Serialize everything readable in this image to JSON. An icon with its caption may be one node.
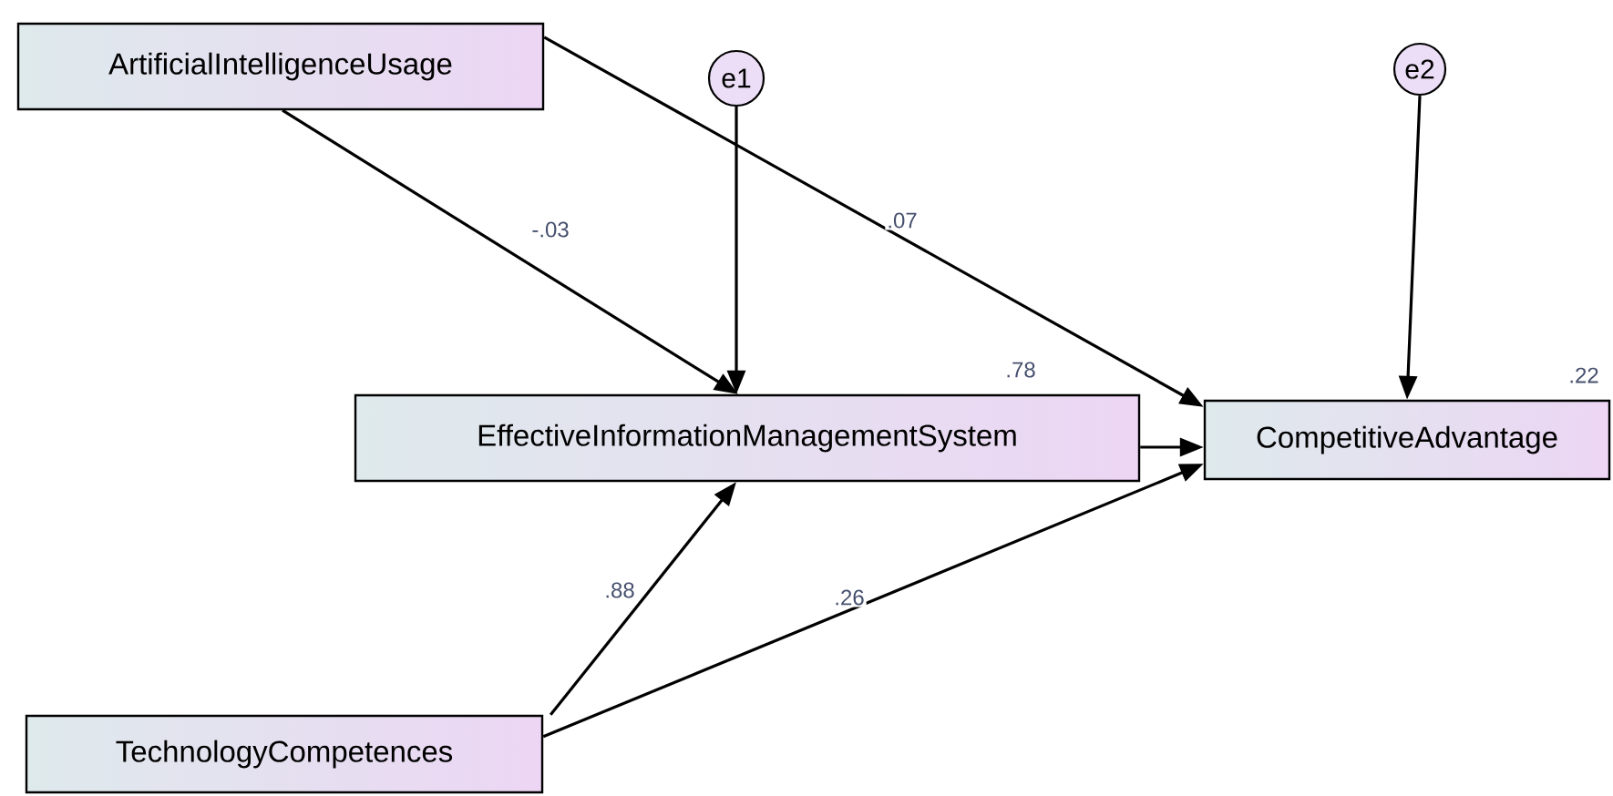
{
  "diagram": {
    "nodes": [
      {
        "text": [
          "ArtificialIntelligenceUsage"
        ]
      },
      {
        "text": [
          "e1"
        ]
      },
      {
        "text": [
          "EffectiveInformationManagementSystem"
        ],
        "beside": [
          ".78"
        ]
      },
      {
        "text": [
          "e2"
        ]
      },
      {
        "text": [
          "CompetitiveAdvantage"
        ],
        "beside": [
          ".22"
        ]
      },
      {
        "text": [
          "TechnologyCompetences"
        ]
      }
    ],
    "edges": [
      {
        "from": 0,
        "to": 2,
        "arrow": "to",
        "label": "-.03"
      },
      {
        "from": 0,
        "to": 4,
        "arrow": "to",
        "label": ".07"
      },
      {
        "from": 1,
        "to": 2,
        "arrow": "to"
      },
      {
        "from": 2,
        "to": 4,
        "arrow": "to"
      },
      {
        "from": 5,
        "to": 2,
        "arrow": "to",
        "label": ".88"
      },
      {
        "from": 5,
        "to": 4,
        "arrow": "to",
        "label": ".26"
      },
      {
        "from": 3,
        "to": 4,
        "arrow": "to"
      }
    ]
  }
}
